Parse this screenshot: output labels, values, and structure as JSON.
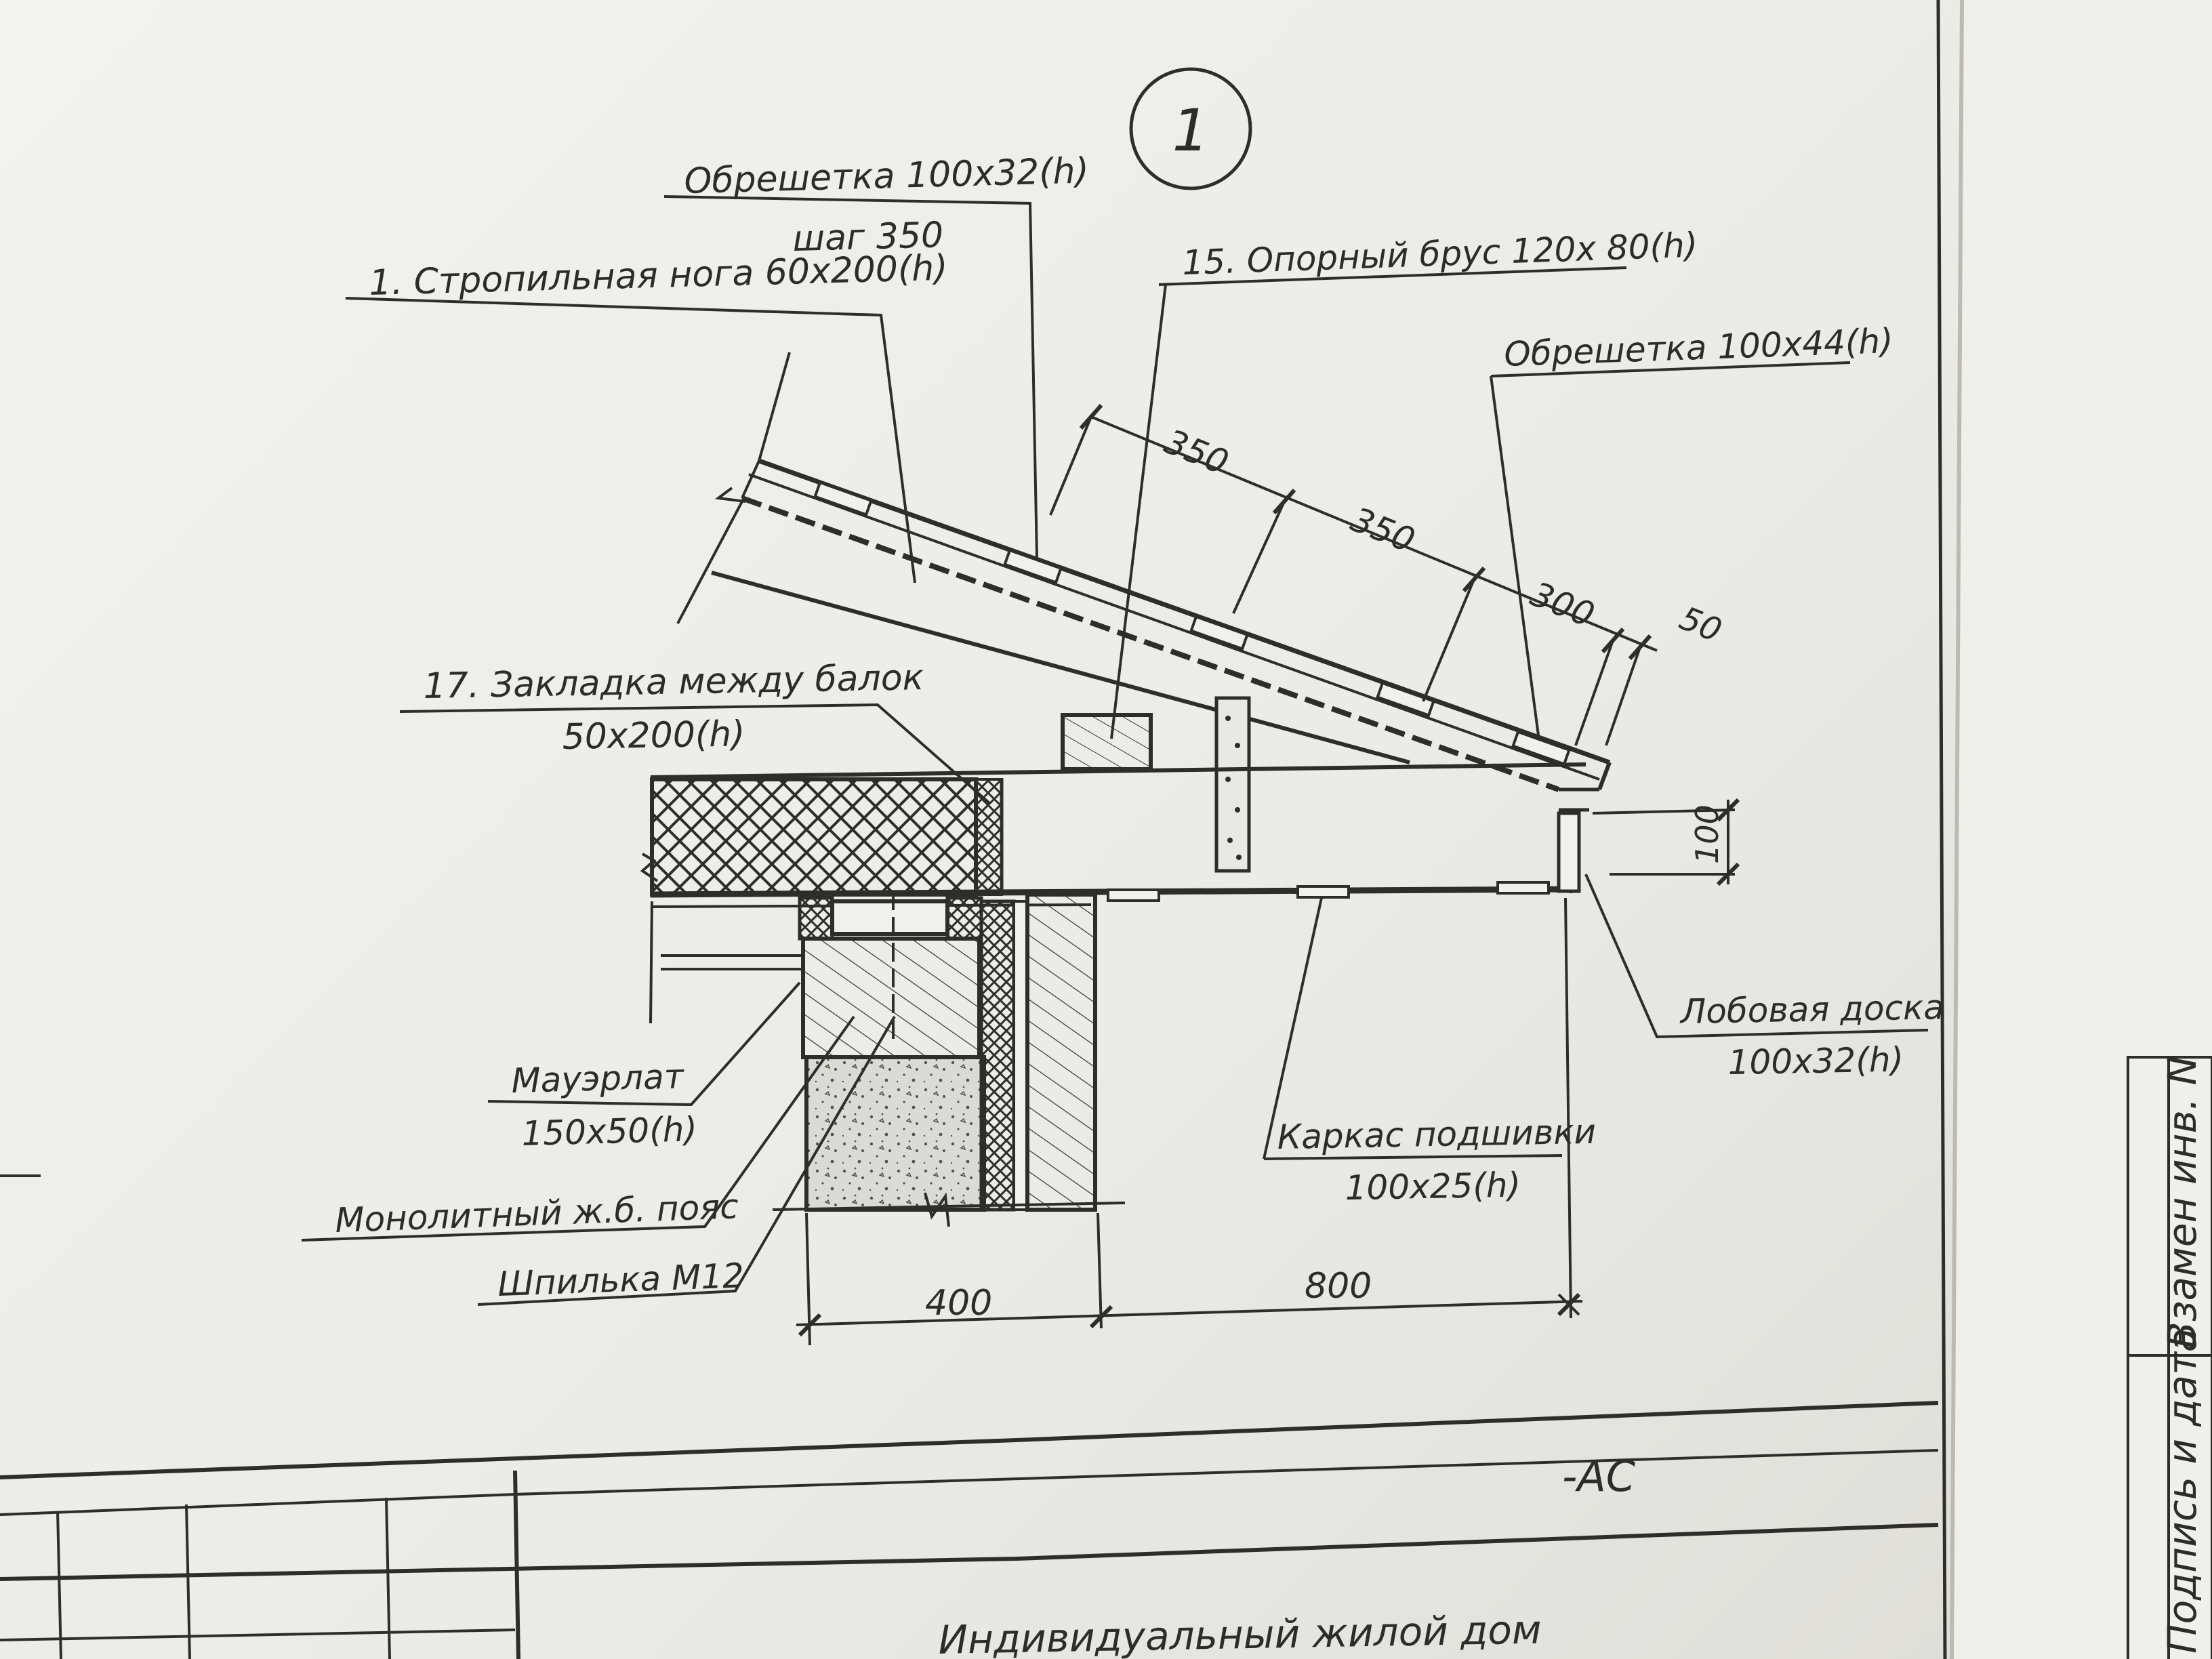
{
  "drawing": {
    "detail_number": "1",
    "labels": {
      "obreshetka_top": "Обрешетка 100х32(h)",
      "shag": "шаг 350",
      "stropilnaya": "1. Стропильная нога 60х200(h)",
      "opornyi_brus": "15. Опорный брус 120х 80(h)",
      "obreshetka_44": "Обрешетка 100х44(h)",
      "zakladka": "17. Закладка между балок",
      "zakladka_size": "50х200(h)",
      "mauerlat": "Мауэрлат",
      "mauerlat_size": "150х50(h)",
      "poyas": "Монолитный ж.б. пояс",
      "shpilka": "Шпилька М12",
      "lobovaya": "Лобовая доска",
      "lobovaya_size": "100х32(h)",
      "karkas": "Каркас подшивки",
      "karkas_size": "100х25(h)"
    },
    "dimensions": {
      "d350a": "350",
      "d350b": "350",
      "d300": "300",
      "d50": "50",
      "d100": "100",
      "d400": "400",
      "d800": "800"
    }
  },
  "title_block": {
    "code": "-АС",
    "project": "Индивидуальный жилой дом"
  },
  "side_stamp": {
    "vzamen": "Взамен инв. N",
    "podpis": "Подпись и дата"
  }
}
